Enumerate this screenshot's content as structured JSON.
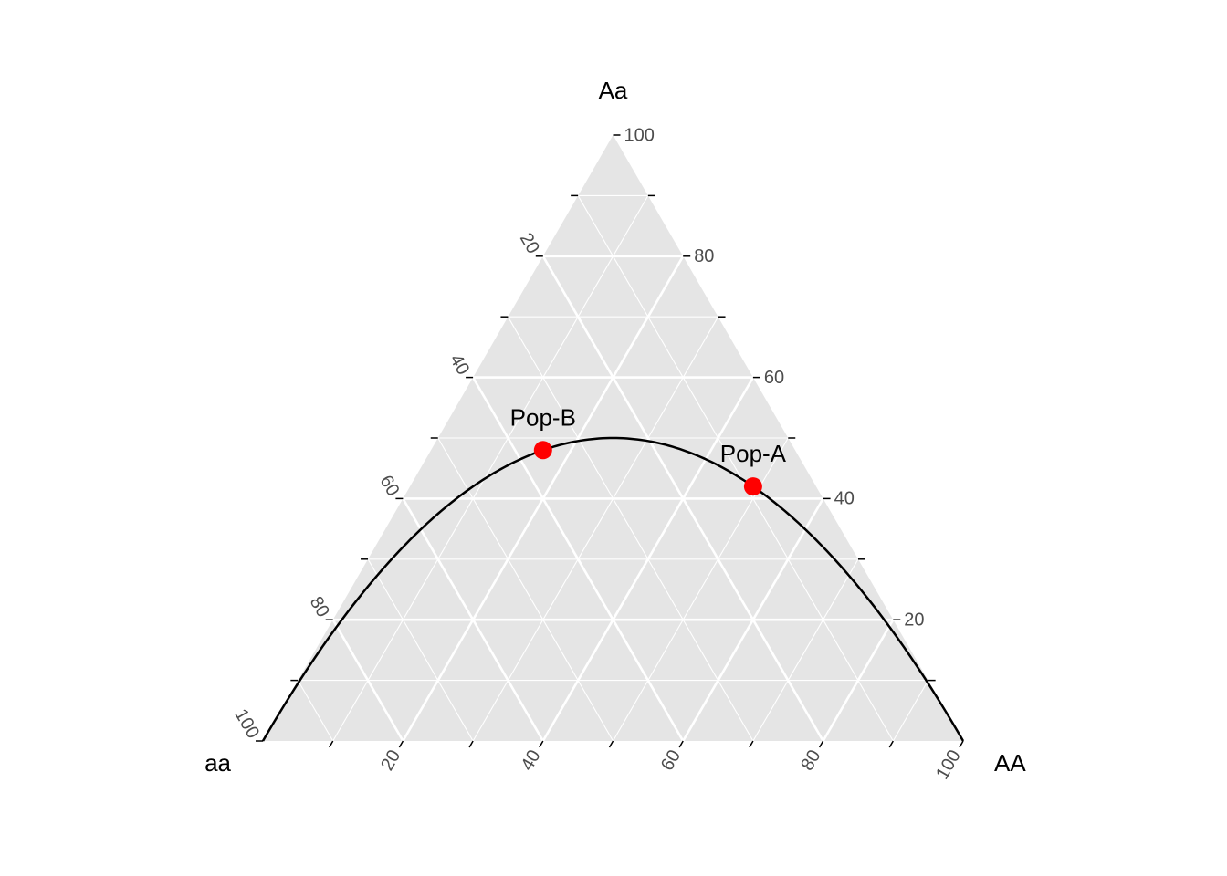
{
  "chart_data": {
    "type": "scatter",
    "subtype": "ternary",
    "axes": {
      "AA": {
        "title": "AA",
        "ticks": [
          "20",
          "40",
          "60",
          "80",
          "100"
        ]
      },
      "Aa": {
        "title": "Aa",
        "ticks": [
          "20",
          "40",
          "60",
          "80",
          "100"
        ]
      },
      "aa": {
        "title": "aa",
        "ticks": [
          "20",
          "40",
          "60",
          "80",
          "100"
        ]
      }
    },
    "range": [
      0,
      100
    ],
    "grid": true,
    "curve": {
      "description": "Hardy-Weinberg equilibrium",
      "color": "#000000"
    },
    "points": [
      {
        "label": "Pop-A",
        "AA": 49,
        "Aa": 42,
        "aa": 9
      },
      {
        "label": "Pop-B",
        "AA": 16,
        "Aa": 48,
        "aa": 36
      }
    ],
    "colors": {
      "panel": "#e5e5e5",
      "grid": "#ffffff",
      "point": "#ff0000",
      "curve": "#000000"
    }
  }
}
